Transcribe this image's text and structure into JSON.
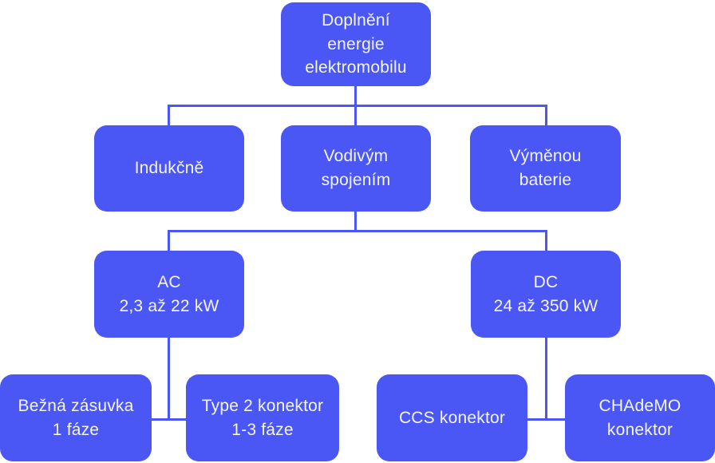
{
  "diagram": {
    "type": "flowchart",
    "topic": "Doplnění energie elektromobilu (EV charging methods)",
    "colors": {
      "node_fill": "#4a57f5",
      "connector": "#4a57f5",
      "node_text": "#f4f6fd",
      "background": "#ffffff"
    },
    "nodes": {
      "root": {
        "label": "Doplnění\nenergie\nelektromobilu"
      },
      "indukcne": {
        "label": "Indukčně"
      },
      "vodivym": {
        "label": "Vodivým\nspojením"
      },
      "vymenou": {
        "label": "Výměnou\nbaterie"
      },
      "ac": {
        "label": "AC\n2,3 až 22 kW"
      },
      "dc": {
        "label": "DC\n24 až 350 kW"
      },
      "bezna": {
        "label": "Bežná zásuvka\n1 fáze"
      },
      "type2": {
        "label": "Type 2 konektor\n1-3 fáze"
      },
      "ccs": {
        "label": "CCS konektor"
      },
      "chademo": {
        "label": "CHAdeMO\nkonektor"
      }
    },
    "edges": [
      {
        "from": "root",
        "to": "indukcne"
      },
      {
        "from": "root",
        "to": "vodivym"
      },
      {
        "from": "root",
        "to": "vymenou"
      },
      {
        "from": "vodivym",
        "to": "ac"
      },
      {
        "from": "vodivym",
        "to": "dc"
      },
      {
        "from": "ac",
        "to": "bezna"
      },
      {
        "from": "ac",
        "to": "type2"
      },
      {
        "from": "dc",
        "to": "ccs"
      },
      {
        "from": "dc",
        "to": "chademo"
      }
    ]
  }
}
